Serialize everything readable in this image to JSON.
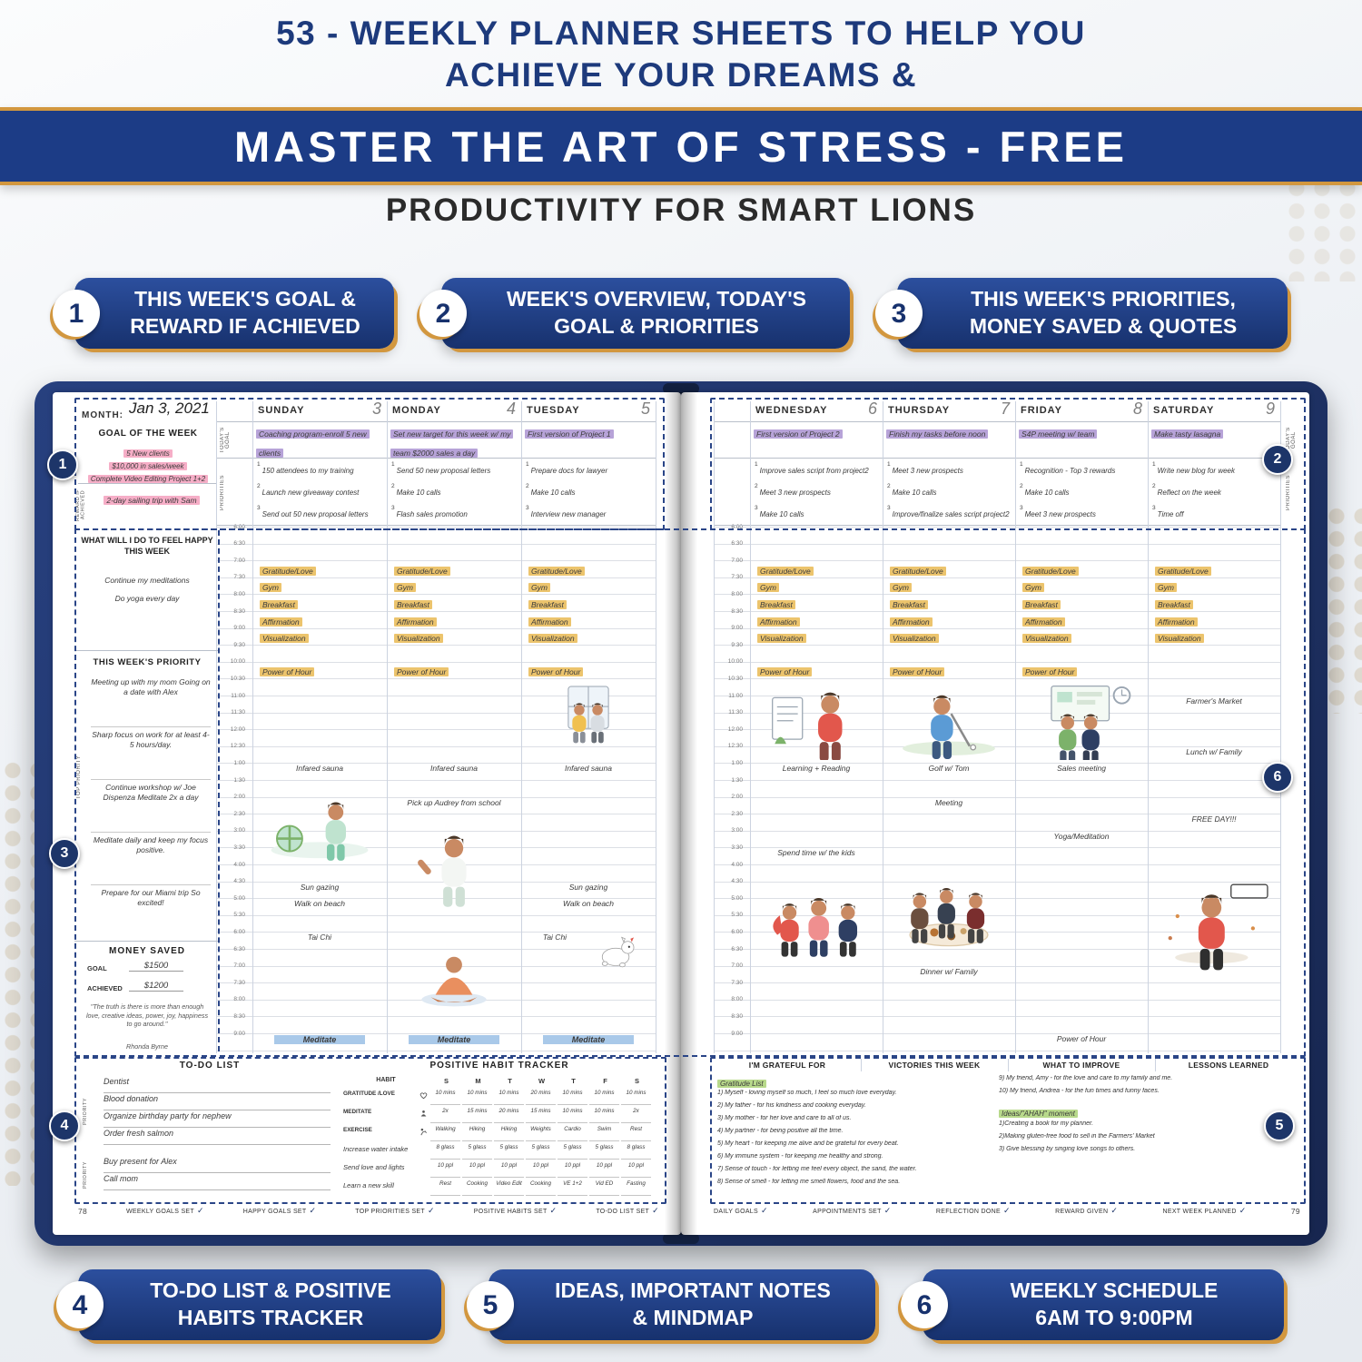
{
  "header": {
    "line1": "53 - WEEKLY PLANNER SHEETS TO HELP YOU",
    "line2": "ACHIEVE YOUR DREAMS &",
    "banner": "MASTER THE ART OF STRESS - FREE",
    "subtitle": "PRODUCTIVITY FOR SMART LIONS"
  },
  "callouts_top": [
    {
      "num": "1",
      "text": "THIS WEEK'S GOAL &\nREWARD IF ACHIEVED"
    },
    {
      "num": "2",
      "text": "WEEK'S OVERVIEW, TODAY'S\nGOAL & PRIORITIES"
    },
    {
      "num": "3",
      "text": "THIS WEEK'S PRIORITIES,\nMONEY SAVED & QUOTES"
    }
  ],
  "callouts_bottom": [
    {
      "num": "4",
      "text": "TO-DO LIST & POSITIVE\nHABITS TRACKER"
    },
    {
      "num": "5",
      "text": "IDEAS, IMPORTANT NOTES\n& MINDMAP"
    },
    {
      "num": "6",
      "text": "WEEKLY SCHEDULE\n6AM TO 9:00PM"
    }
  ],
  "colors": {
    "navy": "#1d3a7c",
    "gold": "#d2973f",
    "pink": "#f6aec7",
    "purple": "#b7a3d8",
    "yellow": "#ecc46d",
    "blue": "#a9c9e9",
    "green": "#b8d98b"
  },
  "planner": {
    "month_label": "MONTH:",
    "month_value": "Jan 3, 2021",
    "markers": [
      "1",
      "2",
      "3",
      "4",
      "5",
      "6"
    ],
    "vertical": {
      "todays_goal": "TODAY'S GOAL",
      "priorities": "PRIORITIES",
      "reward": "REWARD IF ACHIEVED",
      "top_priority": "TOP PRIORITY",
      "priority": "PRIORITY"
    },
    "sidebar": {
      "goal_title": "GOAL OF THE WEEK",
      "goals": [
        "5 New clients",
        "$10,000 in sales/week",
        "Complete Video Editing Project 1+2"
      ],
      "reward": "2-day sailing trip with Sam",
      "happy_title": "WHAT WILL I DO TO FEEL HAPPY THIS WEEK",
      "happy_items": [
        "Continue my meditations",
        "Do yoga every day"
      ],
      "priority_title": "THIS WEEK'S PRIORITY",
      "priority_items": [
        "Meeting up with my mom Going on a date with Alex",
        "Sharp focus on work for at least 4-5 hours/day.",
        "Continue workshop w/ Joe Dispenza Meditate 2x a day",
        "Meditate daily and keep my focus positive.",
        "Prepare for our Miami trip So excited!"
      ],
      "money_title": "MONEY SAVED",
      "money_goal_label": "GOAL",
      "money_goal": "$1500",
      "money_achieved_label": "ACHIEVED",
      "money_achieved": "$1200",
      "quote": "\"The truth is there is more than enough love, creative ideas, power, joy, happiness to go around.\"",
      "quote_author": "Rhonda Byrne"
    },
    "times": [
      "6:00",
      "6:30",
      "7:00",
      "7:30",
      "8:00",
      "8:30",
      "9:00",
      "9:30",
      "10:00",
      "10:30",
      "11:00",
      "11:30",
      "12:00",
      "12:30",
      "1:00",
      "1:30",
      "2:00",
      "2:30",
      "3:00",
      "3:30",
      "4:00",
      "4:30",
      "5:00",
      "5:30",
      "6:00",
      "6:30",
      "7:00",
      "7:30",
      "8:00",
      "8:30",
      "9:00"
    ],
    "days": [
      {
        "name": "SUNDAY",
        "date": "3",
        "goal": "Coaching program-enroll 5 new clients",
        "priorities": [
          "150 attendees to my training",
          "Launch new giveaway contest",
          "Send out 50 new proposal letters"
        ],
        "events": [
          {
            "r": 2,
            "t": "Gratitude/Love",
            "s": "y"
          },
          {
            "r": 3,
            "t": "Gym",
            "s": "y"
          },
          {
            "r": 4,
            "t": "Breakfast",
            "s": "y"
          },
          {
            "r": 5,
            "t": "Affirmation",
            "s": "y"
          },
          {
            "r": 6,
            "t": "Visualization",
            "s": "y"
          },
          {
            "r": 8,
            "t": "Power of Hour",
            "s": "y"
          },
          {
            "r": 14,
            "t": "Infared sauna",
            "s": "p"
          },
          {
            "r": 15,
            "h": 5,
            "illo": "beach"
          },
          {
            "r": 21,
            "t": "Sun gazing",
            "s": "p"
          },
          {
            "r": 22,
            "t": "Walk on beach",
            "s": "p"
          },
          {
            "r": 24,
            "t": "Tai Chi",
            "s": "p"
          },
          {
            "r": 30,
            "t": "Meditate",
            "s": "b"
          }
        ]
      },
      {
        "name": "MONDAY",
        "date": "4",
        "goal": "Set new target for this week w/ my team $2000 sales a day",
        "priorities": [
          "Send 50 new proposal letters",
          "Make 10 calls",
          "Flash sales promotion"
        ],
        "events": [
          {
            "r": 2,
            "t": "Gratitude/Love",
            "s": "y"
          },
          {
            "r": 3,
            "t": "Gym",
            "s": "y"
          },
          {
            "r": 4,
            "t": "Breakfast",
            "s": "y"
          },
          {
            "r": 5,
            "t": "Affirmation",
            "s": "y"
          },
          {
            "r": 6,
            "t": "Visualization",
            "s": "y"
          },
          {
            "r": 8,
            "t": "Power of Hour",
            "s": "y"
          },
          {
            "r": 14,
            "t": "Infared sauna",
            "s": "p"
          },
          {
            "r": 16,
            "t": "Pick up Audrey from school",
            "s": "p"
          },
          {
            "r": 17,
            "h": 6,
            "illo": "girl"
          },
          {
            "r": 24,
            "h": 5,
            "illo": "meditate"
          },
          {
            "r": 30,
            "t": "Meditate",
            "s": "b"
          }
        ]
      },
      {
        "name": "TUESDAY",
        "date": "5",
        "goal": "First version of Project 1",
        "priorities": [
          "Prepare docs for lawyer",
          "Make 10 calls",
          "Interview new manager"
        ],
        "events": [
          {
            "r": 2,
            "t": "Gratitude/Love",
            "s": "y"
          },
          {
            "r": 3,
            "t": "Gym",
            "s": "y"
          },
          {
            "r": 4,
            "t": "Breakfast",
            "s": "y"
          },
          {
            "r": 5,
            "t": "Affirmation",
            "s": "y"
          },
          {
            "r": 6,
            "t": "Visualization",
            "s": "y"
          },
          {
            "r": 8,
            "t": "Power of Hour",
            "s": "y"
          },
          {
            "r": 9,
            "h": 4,
            "illo": "window"
          },
          {
            "r": 14,
            "t": "Infared sauna",
            "s": "p"
          },
          {
            "r": 21,
            "t": "Sun gazing",
            "s": "p"
          },
          {
            "r": 22,
            "t": "Walk on beach",
            "s": "p"
          },
          {
            "r": 23,
            "h": 4,
            "illo": "dog",
            "half": "right"
          },
          {
            "r": 24,
            "t": "Tai Chi",
            "s": "p",
            "half": "left"
          },
          {
            "r": 30,
            "t": "Meditate",
            "s": "b"
          }
        ]
      },
      {
        "name": "WEDNESDAY",
        "date": "6",
        "goal": "First version of Project 2",
        "priorities": [
          "Improve sales script from project2",
          "Meet 3 new prospects",
          "Make 10 calls"
        ],
        "events": [
          {
            "r": 2,
            "t": "Gratitude/Love",
            "s": "y"
          },
          {
            "r": 3,
            "t": "Gym",
            "s": "y"
          },
          {
            "r": 4,
            "t": "Breakfast",
            "s": "y"
          },
          {
            "r": 5,
            "t": "Affirmation",
            "s": "y"
          },
          {
            "r": 6,
            "t": "Visualization",
            "s": "y"
          },
          {
            "r": 8,
            "t": "Power of Hour",
            "s": "y"
          },
          {
            "r": 9,
            "h": 5,
            "illo": "reading"
          },
          {
            "r": 14,
            "t": "Learning + Reading",
            "s": "p"
          },
          {
            "r": 19,
            "t": "Spend time w/ the kids",
            "s": "p"
          },
          {
            "r": 20,
            "h": 6,
            "illo": "kids"
          }
        ]
      },
      {
        "name": "THURSDAY",
        "date": "7",
        "goal": "Finish my tasks before noon",
        "priorities": [
          "Meet 3 new prospects",
          "Make 10 calls",
          "Improve/finalize sales script project2"
        ],
        "events": [
          {
            "r": 2,
            "t": "Gratitude/Love",
            "s": "y"
          },
          {
            "r": 3,
            "t": "Gym",
            "s": "y"
          },
          {
            "r": 4,
            "t": "Breakfast",
            "s": "y"
          },
          {
            "r": 5,
            "t": "Affirmation",
            "s": "y"
          },
          {
            "r": 6,
            "t": "Visualization",
            "s": "y"
          },
          {
            "r": 8,
            "t": "Power of Hour",
            "s": "y"
          },
          {
            "r": 9,
            "h": 5,
            "illo": "golf"
          },
          {
            "r": 14,
            "t": "Golf w/ Tom",
            "s": "p"
          },
          {
            "r": 16,
            "t": "Meeting",
            "s": "p"
          },
          {
            "r": 20,
            "h": 6,
            "illo": "dinner"
          },
          {
            "r": 26,
            "t": "Dinner w/ Family",
            "s": "p"
          }
        ]
      },
      {
        "name": "FRIDAY",
        "date": "8",
        "goal": "S4P meeting w/ team",
        "priorities": [
          "Recognition - Top 3 rewards",
          "Make 10 calls",
          "Meet 3 new prospects"
        ],
        "events": [
          {
            "r": 2,
            "t": "Gratitude/Love",
            "s": "y"
          },
          {
            "r": 3,
            "t": "Gym",
            "s": "y"
          },
          {
            "r": 4,
            "t": "Breakfast",
            "s": "y"
          },
          {
            "r": 5,
            "t": "Affirmation",
            "s": "y"
          },
          {
            "r": 6,
            "t": "Visualization",
            "s": "y"
          },
          {
            "r": 8,
            "t": "Power of Hour",
            "s": "y"
          },
          {
            "r": 9,
            "h": 5,
            "illo": "meeting"
          },
          {
            "r": 14,
            "t": "Sales meeting",
            "s": "p"
          },
          {
            "r": 18,
            "t": "Yoga/Meditation",
            "s": "p"
          },
          {
            "r": 30,
            "t": "Power of Hour",
            "s": "p"
          }
        ]
      },
      {
        "name": "SATURDAY",
        "date": "9",
        "goal": "Make tasty lasagna",
        "priorities": [
          "Write new blog for week",
          "Reflect on the week",
          "Time off"
        ],
        "events": [
          {
            "r": 2,
            "t": "Gratitude/Love",
            "s": "y"
          },
          {
            "r": 3,
            "t": "Gym",
            "s": "y"
          },
          {
            "r": 4,
            "t": "Breakfast",
            "s": "y"
          },
          {
            "r": 5,
            "t": "Affirmation",
            "s": "y"
          },
          {
            "r": 6,
            "t": "Visualization",
            "s": "y"
          },
          {
            "r": 10,
            "t": "Farmer's Market",
            "s": "p"
          },
          {
            "r": 13,
            "t": "Lunch w/ Family",
            "s": "p"
          },
          {
            "r": 17,
            "t": "FREE DAY!!!",
            "s": "p"
          },
          {
            "r": 19,
            "h": 9,
            "illo": "celebrate"
          }
        ]
      }
    ],
    "todo": {
      "title": "TO-DO LIST",
      "group1": [
        "Dentist",
        "Blood donation",
        "Organize birthday party for nephew",
        "Order fresh salmon"
      ],
      "group2": [
        "Buy present for Alex",
        "Call mom"
      ]
    },
    "tracker": {
      "title": "POSITIVE HABIT TRACKER",
      "habit_header": "HABIT",
      "day_headers": [
        "S",
        "M",
        "T",
        "W",
        "T",
        "F",
        "S"
      ],
      "rows": [
        {
          "habit": "GRATITUDE /LOVE",
          "icon": "heart",
          "values": [
            "10 mins",
            "10 mins",
            "10 mins",
            "20 mins",
            "10 mins",
            "10 mins",
            "10 mins"
          ]
        },
        {
          "habit": "MEDITATE",
          "icon": "meditate",
          "values": [
            "2x",
            "15 mins",
            "20 mins",
            "15 mins",
            "10 mins",
            "10 mins",
            "2x"
          ]
        },
        {
          "habit": "EXERCISE",
          "icon": "exercise",
          "values": [
            "Walking",
            "Hiking",
            "Hiking",
            "Weights",
            "Cardio",
            "Swim",
            "Rest"
          ]
        },
        {
          "habit": "Increase water intake",
          "values": [
            "8 glass",
            "5 glass",
            "5 glass",
            "5 glass",
            "5 glass",
            "5 glass",
            "8 glass"
          ]
        },
        {
          "habit": "Send love and lights",
          "values": [
            "10 ppl",
            "10 ppl",
            "10 ppl",
            "10 ppl",
            "10 ppl",
            "10 ppl",
            "10 ppl"
          ]
        },
        {
          "habit": "Learn a new skill",
          "values": [
            "Rest",
            "Cooking",
            "Video Edit",
            "Cooking",
            "VE 1+2",
            "Vid ED",
            "Fasting"
          ]
        }
      ]
    },
    "reflection": {
      "headers": [
        "I'M GRATEFUL FOR",
        "VICTORIES THIS WEEK",
        "WHAT TO IMPROVE",
        "LESSONS LEARNED"
      ],
      "gratitude_label": "Gratitude List",
      "items_left": [
        "1) Myself - loving myself so much, I feel so much love everyday.",
        "2) My father - for his kindness and cooking everyday.",
        "3) My mother - for her love and care to all of us.",
        "4) My partner - for being positive all the time.",
        "5) My heart - for keeping me alive and be grateful for every beat.",
        "6) My immune system - for keeping me healthy and strong.",
        "7) Sense of touch - for letting me feel every object, the sand, the water.",
        "8) Sense of smell - for letting me smell flowers, food and the sea."
      ],
      "items_right": [
        "9) My friend, Amy - for the love and care to my family and me.",
        "10) My friend, Andrea - for the fun times and funny faces."
      ],
      "ideas_label": "Ideas/\"AHAH\" moment",
      "ideas_items": [
        "1)Creating a book for my planner.",
        "2)Making gluten-free food to sell in the Farmers' Market",
        "3) Give blessing by singing love songs to others."
      ]
    },
    "footer_left": {
      "page": "78",
      "items": [
        "WEEKLY GOALS SET",
        "HAPPY GOALS SET",
        "TOP PRIORITIES SET",
        "POSITIVE HABITS SET",
        "TO-DO LIST SET"
      ]
    },
    "footer_right": {
      "page": "79",
      "items": [
        "DAILY GOALS",
        "APPOINTMENTS SET",
        "REFLECTION DONE",
        "REWARD GIVEN",
        "NEXT WEEK PLANNED"
      ]
    }
  }
}
